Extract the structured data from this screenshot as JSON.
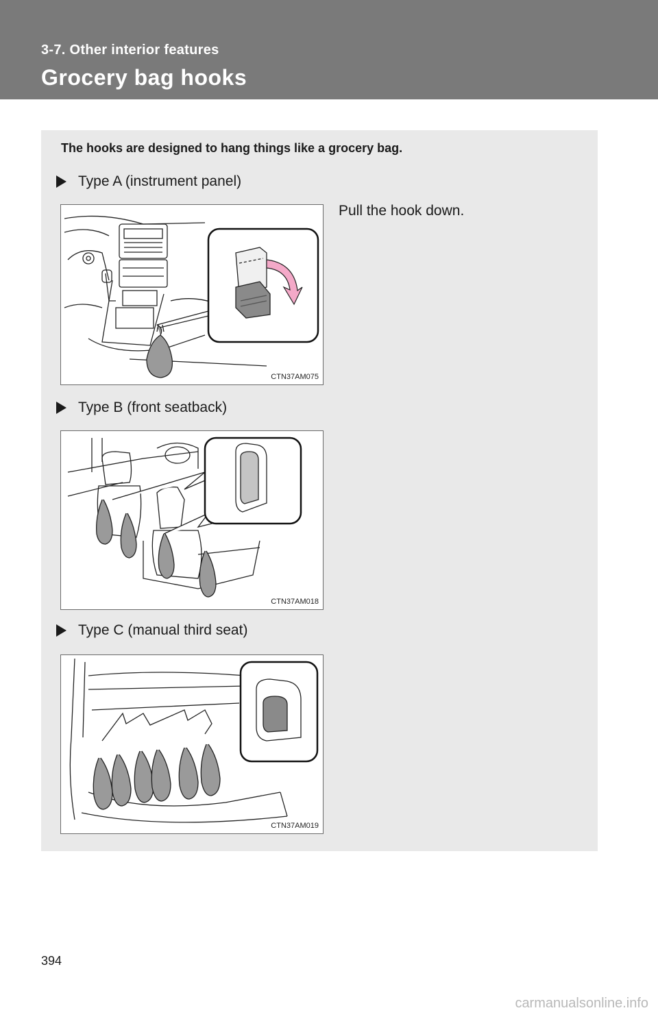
{
  "header": {
    "section": "3-7. Other interior features",
    "title": "Grocery bag hooks"
  },
  "intro": "The hooks are designed to hang things like a grocery bag.",
  "types": [
    {
      "label": "Type A (instrument panel)",
      "description": "Pull the hook down.",
      "figure_code": "CTN37AM075"
    },
    {
      "label": "Type B (front seatback)",
      "figure_code": "CTN37AM018"
    },
    {
      "label": "Type C (manual third seat)",
      "figure_code": "CTN37AM019"
    }
  ],
  "colors": {
    "header_bg": "#7a7a7a",
    "panel_bg": "#e9e9e9",
    "arrow_pink": "#f4a9c8"
  },
  "footer": {
    "page_number": "394",
    "watermark": "carmanualsonline.info"
  }
}
